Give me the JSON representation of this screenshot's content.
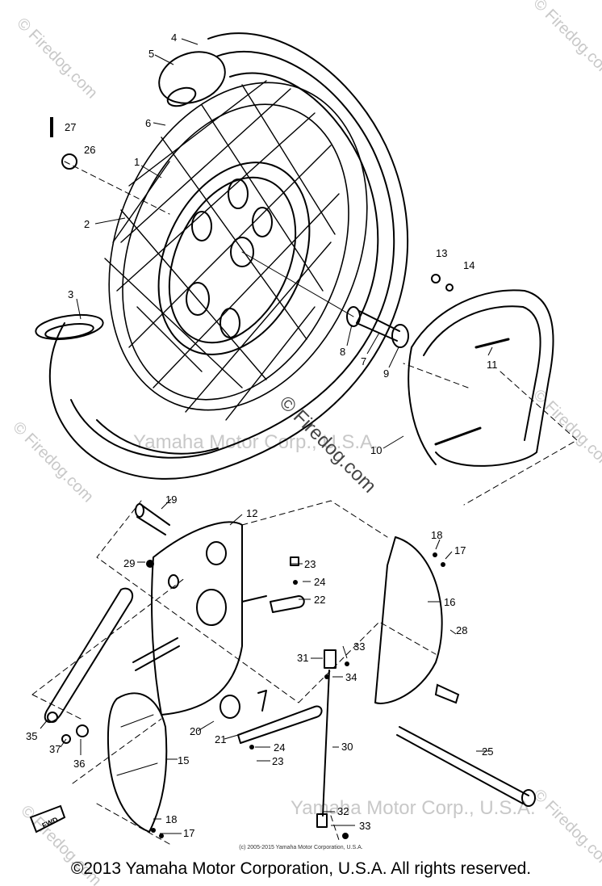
{
  "watermarks": {
    "site": "© Firedog.com",
    "center": "© Firedog.com",
    "maker": "Yamaha Motor Corp., U.S.A."
  },
  "diagram": {
    "fwd_label": "FWD",
    "callouts": [
      "1",
      "2",
      "3",
      "4",
      "5",
      "6",
      "7",
      "8",
      "9",
      "10",
      "11",
      "12",
      "13",
      "14",
      "15",
      "16",
      "17",
      "17",
      "18",
      "18",
      "19",
      "20",
      "21",
      "22",
      "23",
      "23",
      "24",
      "24",
      "25",
      "26",
      "27",
      "28",
      "29",
      "30",
      "31",
      "32",
      "33",
      "33",
      "34",
      "35",
      "36",
      "37"
    ]
  },
  "copyright_small": "(c) 2005-2015 Yamaha Motor Corporation, U.S.A.",
  "footer": "©2013 Yamaha Motor Corporation, U.S.A. All rights reserved."
}
